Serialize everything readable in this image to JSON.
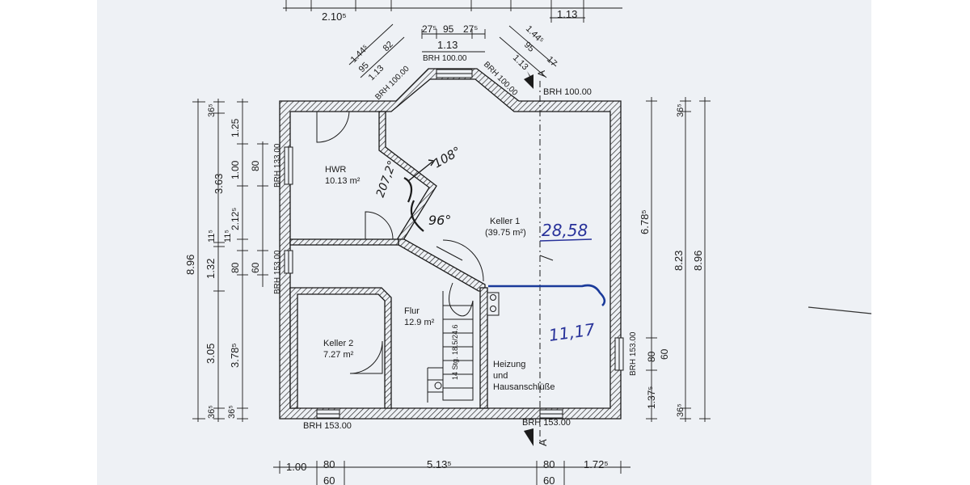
{
  "top_dims": {
    "row1_value": "2.10⁵",
    "row1_right": "1.13",
    "bay_center": [
      "27⁵",
      "95",
      "27⁵"
    ],
    "bay_center_total": "1.13",
    "bay_left": [
      "1.44⁵",
      "95",
      "82",
      "1.13"
    ],
    "bay_right": [
      "1.44⁵",
      "95",
      "1.13",
      "17"
    ]
  },
  "brh_labels": {
    "bay_left": "BRH 100.00",
    "bay_center": "BRH 100.00",
    "bay_right": "BRH 100.00",
    "top_right": "BRH 100.00",
    "left_upper": "BRH 133.00",
    "left_lower": "BRH 153.00",
    "right": "BRH 153.00",
    "bottom_left": "BRH 153.00",
    "bottom_right": "BRH 153.00"
  },
  "rooms": {
    "hwr": {
      "name": "HWR",
      "area": "10.13 m²"
    },
    "keller1": {
      "name": "Keller 1",
      "area": "(39.75 m²)"
    },
    "flur": {
      "name": "Flur",
      "area": "12.9 m²"
    },
    "keller2": {
      "name": "Keller 2",
      "area": "7.27 m²"
    },
    "heizung": {
      "line1": "Heizung",
      "line2": "und",
      "line3": "Hausanschlüße"
    }
  },
  "stairs_label": "14 Stg. 18.5/24.6",
  "section_marker": "A",
  "handwritten": {
    "keller1_area": "28,58",
    "heizung_area": "11,17",
    "angle_upper": "108°",
    "angle_side": "207,2°",
    "angle_lower": "96°"
  },
  "left_dims": {
    "outer_total": "8.96",
    "outer_segments": [
      "36⁵",
      "1.32",
      "11⁵",
      "3.05",
      "36⁵"
    ],
    "inner_segments": [
      "1.25",
      "1.00",
      "80",
      "2.12⁵",
      "11⁵",
      "80",
      "60",
      "3.78⁵",
      "36⁵"
    ],
    "inner_sub": [
      "3.63"
    ]
  },
  "right_dims": {
    "outer_total": "8.96",
    "middle_total": "8.23",
    "segments": [
      "36⁵",
      "6.78⁵",
      "80",
      "60",
      "1.37⁵",
      "36⁵"
    ]
  },
  "bottom_dims": {
    "row1": [
      "1.00",
      "80",
      "5.13⁵",
      "80",
      "1.72⁵"
    ],
    "row2": [
      "60",
      "60"
    ]
  }
}
